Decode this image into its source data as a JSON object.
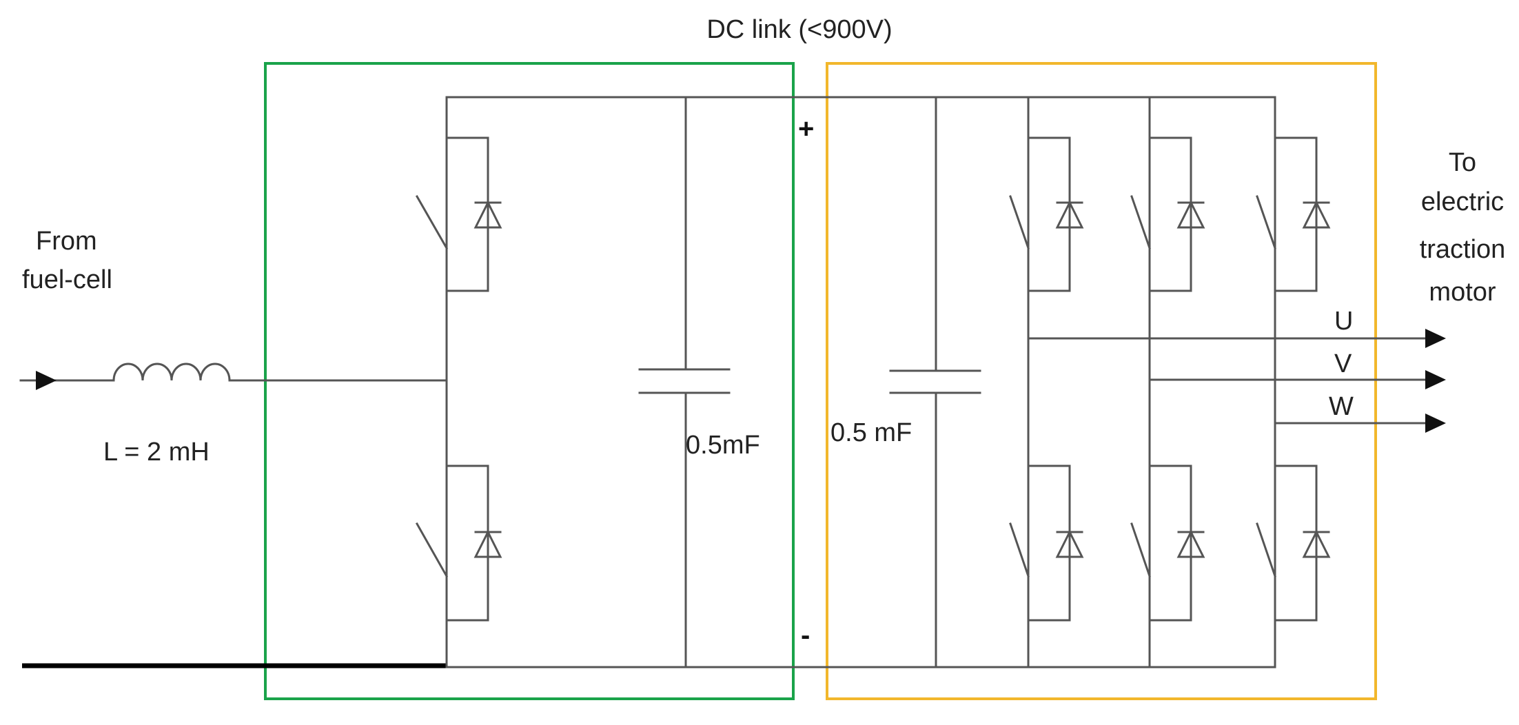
{
  "title": "DC link (<900V)",
  "input": {
    "label_line1": "From",
    "label_line2": "fuel-cell",
    "inductor_label": "L = 2 mH"
  },
  "boost_converter": {
    "capacitor_label": "0.5mF",
    "box_color": "#1aa34a"
  },
  "inverter": {
    "capacitor_label": "0.5 mF",
    "box_color": "#f2b72c"
  },
  "dc_bus": {
    "positive_sign": "+",
    "negative_sign": "-"
  },
  "output": {
    "label_lines": [
      "To",
      "electric",
      "traction",
      "motor"
    ],
    "phases": [
      "U",
      "V",
      "W"
    ]
  },
  "icons": [
    "inductor-icon",
    "capacitor-icon",
    "switch-icon",
    "diode-icon",
    "arrow-icon"
  ]
}
